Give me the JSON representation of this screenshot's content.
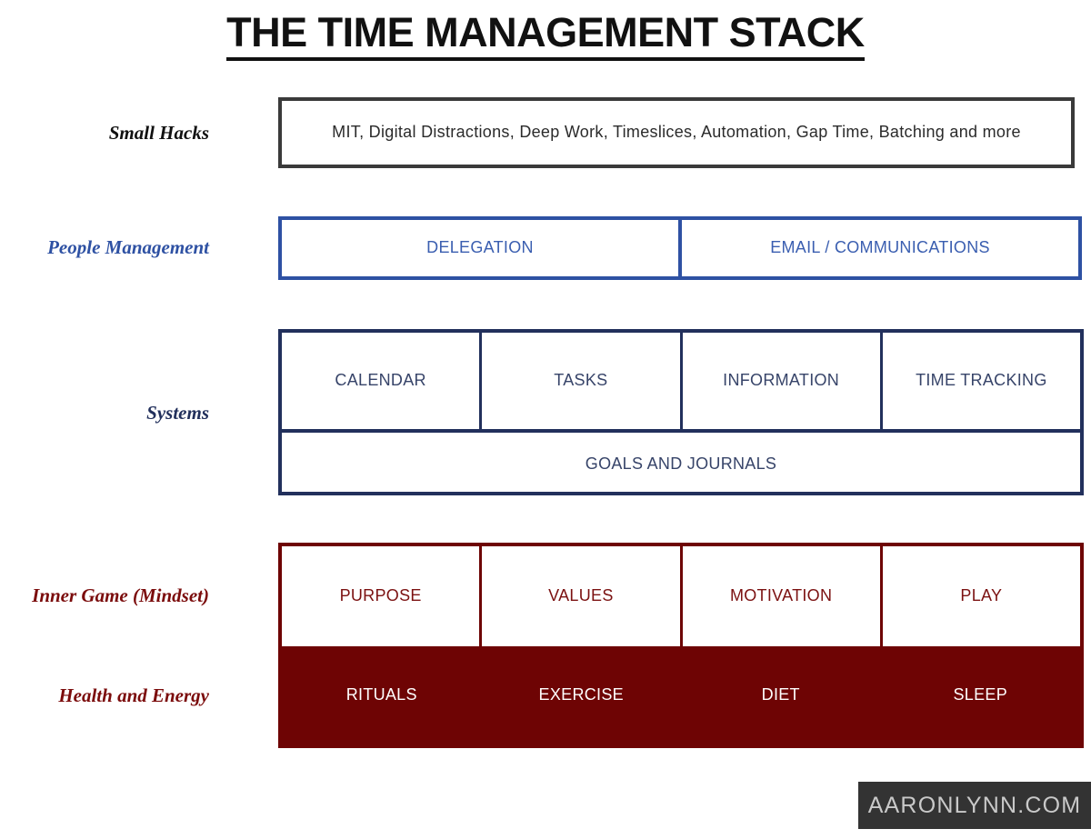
{
  "title": "THE TIME MANAGEMENT STACK",
  "colors": {
    "title": "#111111",
    "small_hacks_border": "#3A3A3A",
    "people_blue": "#2E51A3",
    "systems_navy": "#22305C",
    "red_dark": "#6E0404",
    "watermark_bg": "#333333",
    "watermark_text": "#C9C9C9",
    "page_bg": "#FFFFFF"
  },
  "rows": [
    {
      "label": "Small Hacks",
      "label_color": "black",
      "cells": [
        "MIT, Digital Distractions, Deep Work, Timeslices, Automation, Gap Time, Batching and more"
      ]
    },
    {
      "label": "People Management",
      "label_color": "blue",
      "cells": [
        "DELEGATION",
        "EMAIL / COMMUNICATIONS"
      ]
    },
    {
      "label": "Systems",
      "label_color": "navy",
      "cells_top": [
        "CALENDAR",
        "TASKS",
        "INFORMATION",
        "TIME TRACKING"
      ],
      "cells_bottom": [
        "GOALS AND JOURNALS"
      ]
    },
    {
      "label": "Inner Game (Mindset)",
      "label_color": "red",
      "cells": [
        "PURPOSE",
        "VALUES",
        "MOTIVATION",
        "PLAY"
      ]
    },
    {
      "label": "Health and Energy",
      "label_color": "red",
      "cells": [
        "RITUALS",
        "EXERCISE",
        "DIET",
        "SLEEP"
      ]
    }
  ],
  "watermark": "AARONLYNN.COM"
}
